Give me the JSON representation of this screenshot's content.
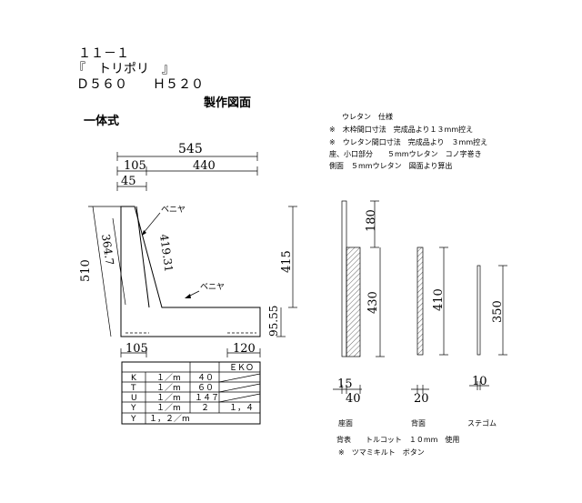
{
  "header": {
    "model_no": "１１－１",
    "name": "『　トリポリ　』",
    "size": "Ｄ５６０　　Ｈ５２０",
    "doc_title": "製作図面",
    "type": "一体式"
  },
  "dimensions": {
    "total_depth": "545",
    "seat_back_depth": "105",
    "seat_depth": "440",
    "back_top": "45",
    "height": "510",
    "back_inner": "364.7",
    "back_outer": "419.31",
    "back_height": "415",
    "seat_height": "95.55",
    "bottom_front": "105",
    "bottom_rear": "120"
  },
  "labels": {
    "veneer_top": "ベニヤ",
    "veneer_seat": "ベニヤ"
  },
  "table": {
    "header": [
      "",
      "",
      "",
      "ＥＫＯ"
    ],
    "rows": [
      [
        "K",
        "１／m",
        "４０",
        ""
      ],
      [
        "T",
        "１／m",
        "６０",
        ""
      ],
      [
        "U",
        "１／m",
        "１４７",
        ""
      ],
      [
        "Y",
        "１／m",
        "２",
        "１，４"
      ],
      [
        "Y",
        "１，２／m",
        "",
        ""
      ]
    ]
  },
  "notes": [
    "ウレタン　仕様",
    "※　木枠間口寸法　完成品より１３mm控え",
    "※　ウレタン間口寸法　完成品より　３mm控え",
    "座、小口部分　　５mmウレタン　コノ字巻き",
    "側面　５mmウレタン　図面より算出"
  ],
  "parts": [
    {
      "name": "座面",
      "height": "180",
      "total": "430",
      "thickness": "15",
      "width": "40"
    },
    {
      "name": "背面",
      "height": "410",
      "width": "20"
    },
    {
      "name": "ステゴム",
      "height": "350",
      "width": "10"
    }
  ],
  "footer": {
    "covering": "背表　　トルコット　１０mm　使用",
    "button": "※　ツマミキルト　ボタン"
  }
}
